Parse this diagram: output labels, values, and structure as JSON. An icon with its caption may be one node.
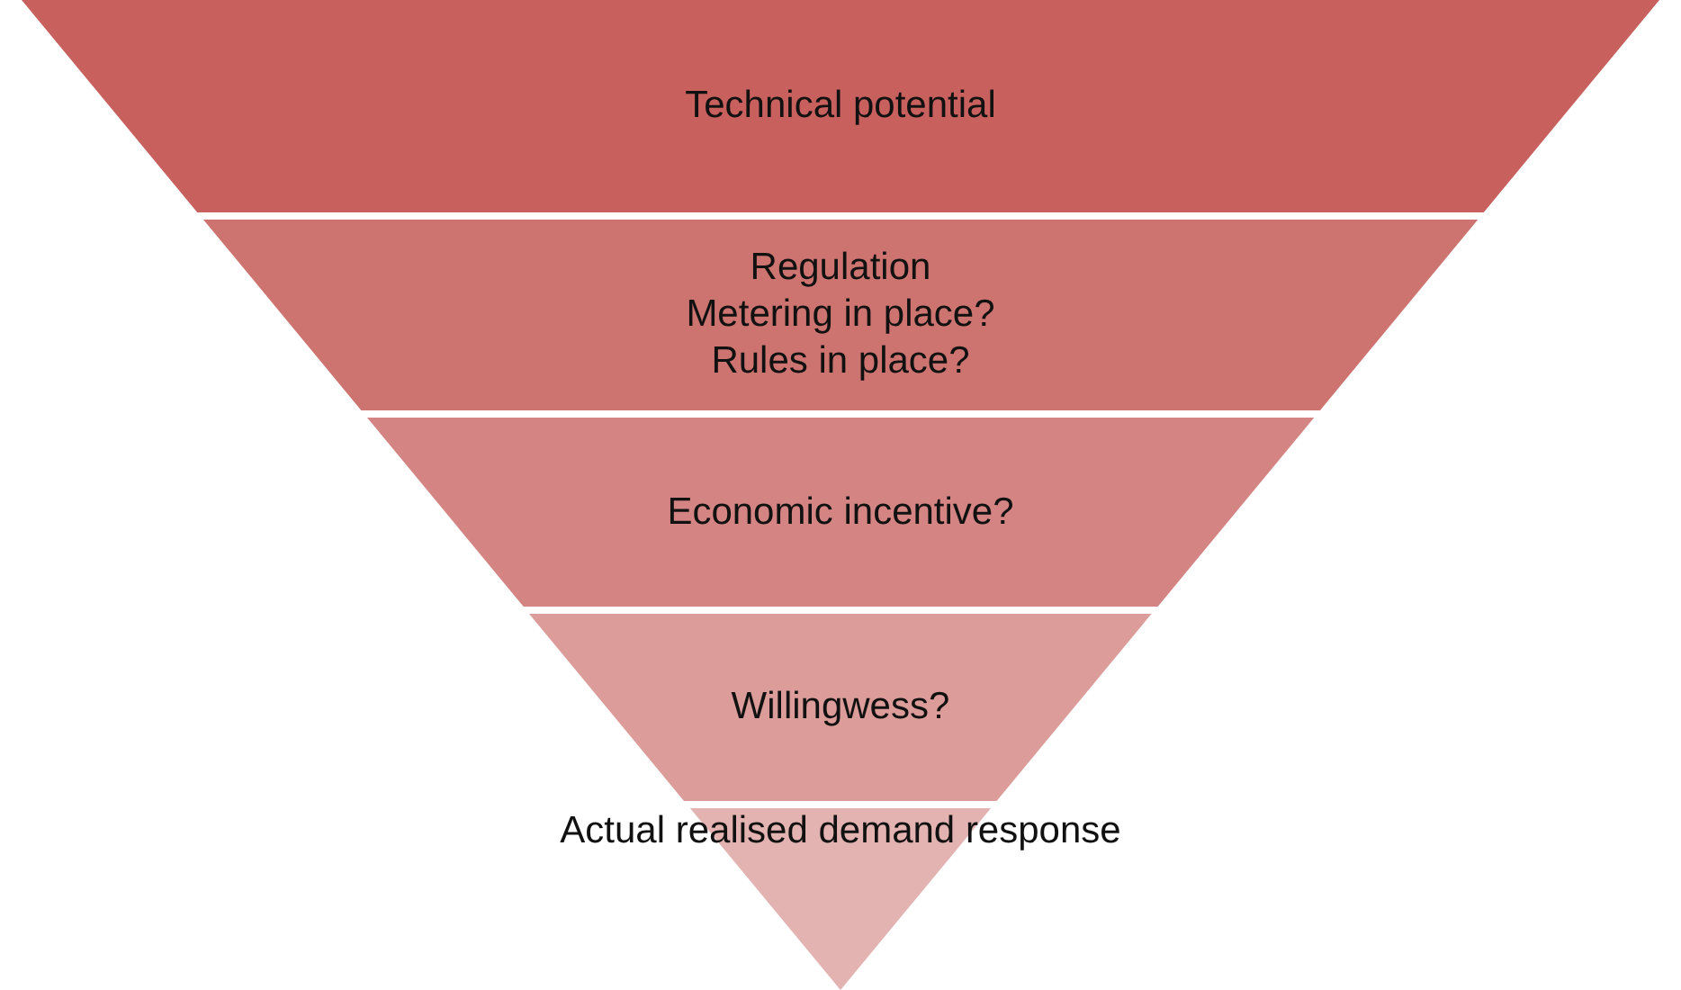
{
  "diagram": {
    "nodes": [
      {
        "text": [
          "Technical potential"
        ]
      },
      {
        "text": [
          "Regulation",
          "Metering in place?",
          "Rules in place?"
        ]
      },
      {
        "text": [
          "Economic incentive?"
        ]
      },
      {
        "text": [
          "Willingwess?"
        ]
      },
      {
        "text": [
          "Actual realised demand response"
        ]
      }
    ]
  }
}
